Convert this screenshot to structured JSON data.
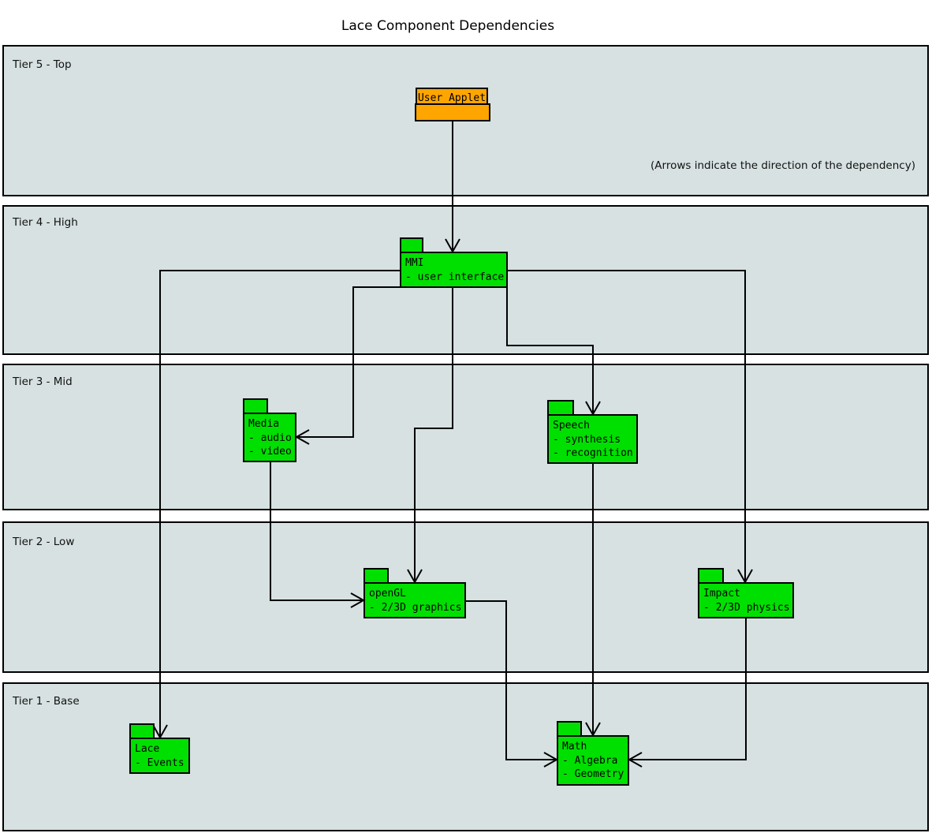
{
  "title": "Lace Component Dependencies",
  "annotation": "(Arrows indicate the direction of the dependency)",
  "colors": {
    "title": "#0000cd",
    "band_fill": "#d7e1e1",
    "component_fill": "#00e000",
    "applet_fill": "#ffa500",
    "line": "#000000"
  },
  "tiers": [
    {
      "label": "Tier 5 - Top"
    },
    {
      "label": "Tier 4 - High"
    },
    {
      "label": "Tier 3 - Mid"
    },
    {
      "label": "Tier 2 - Low"
    },
    {
      "label": "Tier 1 - Base"
    }
  ],
  "components": {
    "user_applet": {
      "name": "User Applet",
      "details": []
    },
    "mmi": {
      "name": "MMI",
      "details": [
        "- user interface"
      ]
    },
    "media": {
      "name": "Media",
      "details": [
        "- audio",
        "- video"
      ]
    },
    "speech": {
      "name": "Speech",
      "details": [
        "- synthesis",
        "- recognition"
      ]
    },
    "opengl": {
      "name": "openGL",
      "details": [
        "- 2/3D graphics"
      ]
    },
    "impact": {
      "name": "Impact",
      "details": [
        "- 2/3D physics"
      ]
    },
    "lace": {
      "name": "Lace",
      "details": [
        "- Events"
      ]
    },
    "math": {
      "name": "Math",
      "details": [
        "- Algebra",
        "- Geometry"
      ]
    }
  },
  "dependencies": [
    {
      "from": "User Applet",
      "to": "MMI"
    },
    {
      "from": "MMI",
      "to": "Lace"
    },
    {
      "from": "MMI",
      "to": "Impact"
    },
    {
      "from": "MMI",
      "to": "Media"
    },
    {
      "from": "MMI",
      "to": "openGL"
    },
    {
      "from": "MMI",
      "to": "Speech"
    },
    {
      "from": "Media",
      "to": "openGL"
    },
    {
      "from": "Speech",
      "to": "Math"
    },
    {
      "from": "openGL",
      "to": "Math"
    },
    {
      "from": "Impact",
      "to": "Math"
    }
  ]
}
